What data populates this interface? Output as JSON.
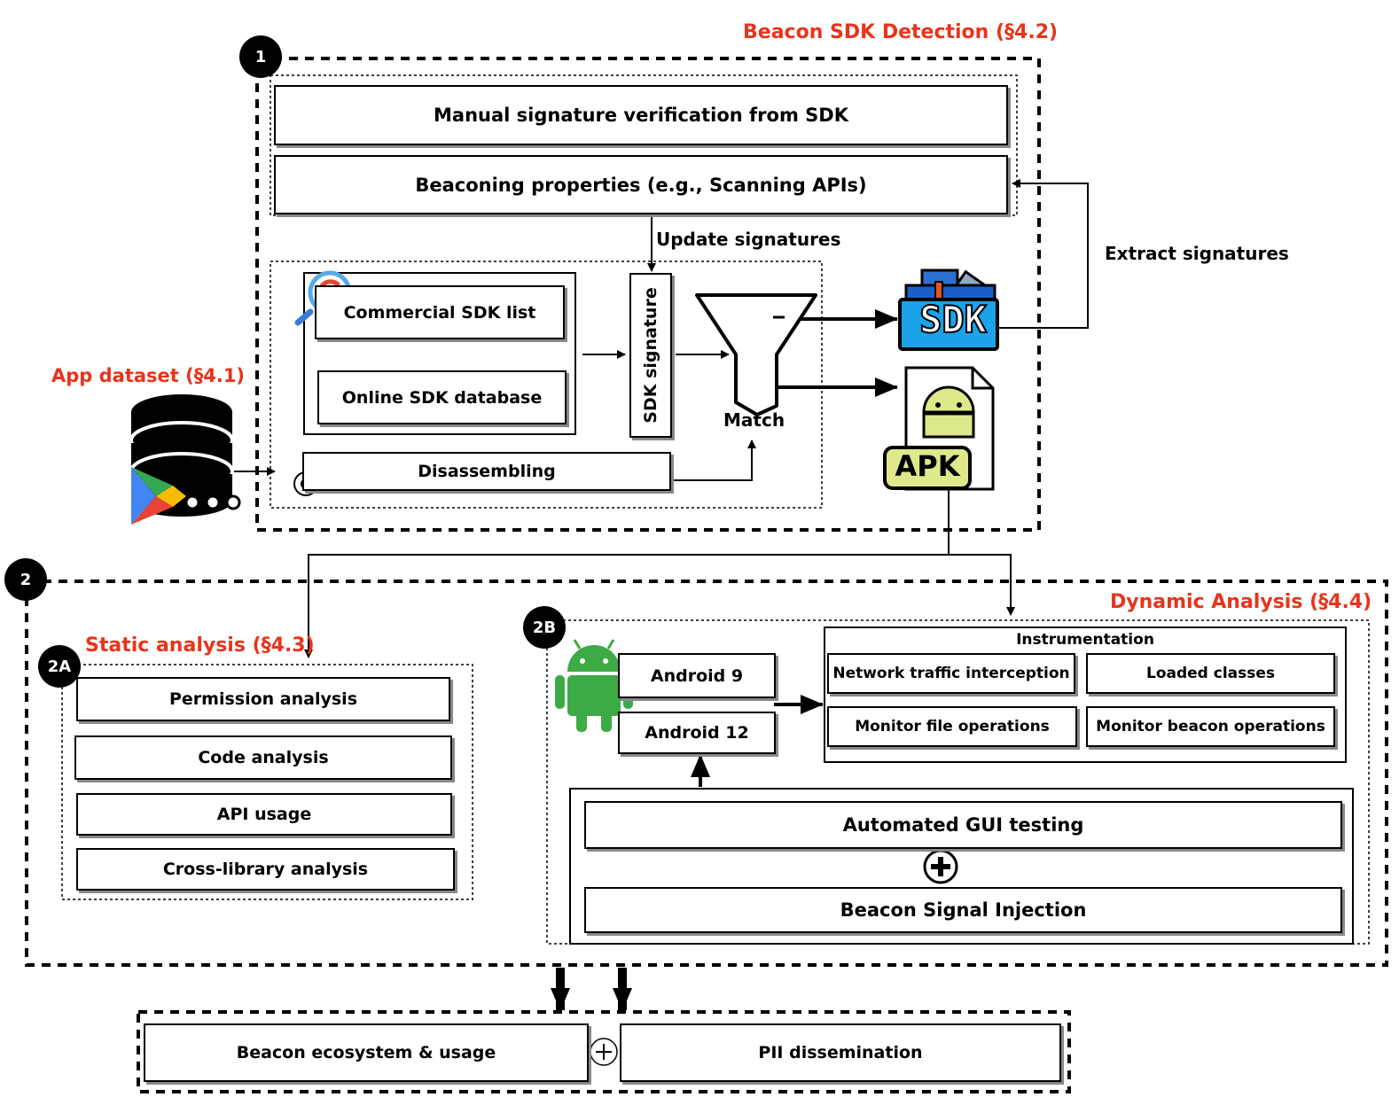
{
  "sections": {
    "detection_title": "Beacon SDK Detection (§4.2)",
    "dataset_title": "App dataset (§4.1)",
    "static_title": "Static analysis (§4.3)",
    "dynamic_title": "Dynamic Analysis (§4.4)"
  },
  "badges": {
    "b1": "1",
    "b2": "2",
    "b2a": "2A",
    "b2b": "2B"
  },
  "detection": {
    "manual": "Manual signature verification from SDK",
    "beaconing": "Beaconing properties (e.g., Scanning APIs)",
    "update": "Update signatures",
    "extract": "Extract  signatures",
    "commercial": "Commercial SDK list",
    "online": "Online SDK database",
    "signature": "SDK signature",
    "match": "Match",
    "disassembling": "Disassembling",
    "sdk_icon_text": "SDK",
    "apk_icon_text": "APK"
  },
  "static": {
    "items": [
      "Permission analysis",
      "Code analysis",
      "API usage",
      "Cross-library analysis"
    ]
  },
  "dynamic": {
    "android9": "Android 9",
    "android12": "Android 12",
    "instrumentation": "Instrumentation",
    "network": "Network traffic interception",
    "loaded": "Loaded classes",
    "file_ops": "Monitor file operations",
    "beacon_ops": "Monitor beacon operations",
    "gui": "Automated GUI testing",
    "injection": "Beacon Signal Injection"
  },
  "outputs": {
    "ecosystem": "Beacon ecosystem & usage",
    "pii": "PII dissemination"
  },
  "colors": {
    "accent_red": "#e8341c",
    "sdk_blue": "#1aa3e8",
    "apk_green": "#dfe88a",
    "android_green": "#3dab45"
  }
}
